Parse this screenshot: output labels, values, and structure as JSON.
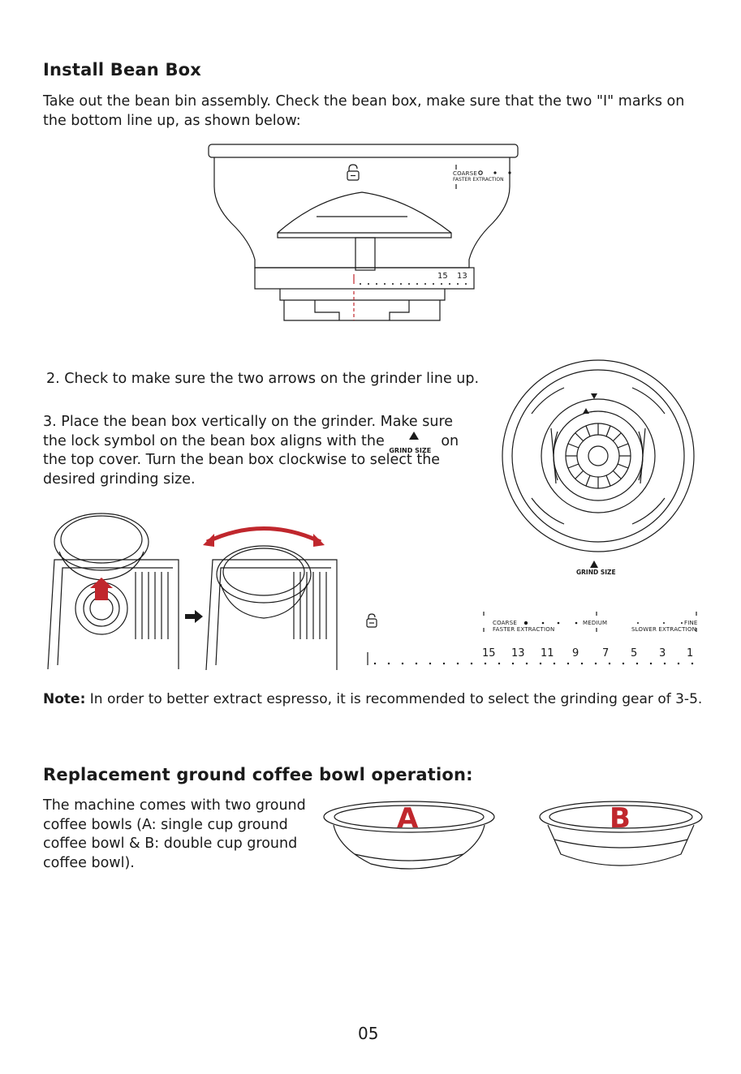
{
  "install": {
    "title": "Install Bean Box",
    "intro_line1": "Take out the bean bin assembly. Check the bean box, make sure that the two \"I\" marks on",
    "intro_line2": "the bottom line up, as shown below:",
    "diagram1": {
      "coarse_label": "COARSE",
      "faster_label": "FASTER EXTRACTION",
      "scale_15": "15",
      "scale_13": "13"
    }
  },
  "steps": {
    "step2": "2. Check to make sure the two arrows on the grinder line up.",
    "step3_line1": "3. Place the bean box vertically on the grinder. Make sure",
    "step3_line2_a": "the lock symbol on the bean box aligns with the",
    "step3_line2_grind": "GRIND SIZE",
    "step3_line2_b": "on",
    "step3_line3": "the top cover. Turn the bean box clockwise to select the",
    "step3_line4": "desired grinding size."
  },
  "grinder_top": {
    "grind_size_label": "GRIND SIZE"
  },
  "scale": {
    "coarse": "COARSE",
    "faster": "FASTER EXTRACTION",
    "medium": "MEDIUM",
    "fine": "FINE",
    "slower": "SLOWER EXTRACTION",
    "numbers": [
      "15",
      "13",
      "11",
      "9",
      "7",
      "5",
      "3",
      "1"
    ]
  },
  "note": {
    "label": "Note:",
    "text": " In order to better extract espresso, it is recommended to select the grinding gear of 3-5."
  },
  "replacement": {
    "title": "Replacement ground coffee bowl operation:",
    "line1": "The machine comes with two ground",
    "line2": "coffee bowls (A: single cup ground",
    "line3": "coffee bowl & B: double cup ground",
    "line4": "coffee bowl).",
    "bowl_a": "A",
    "bowl_b": "B"
  },
  "page_number": "05",
  "colors": {
    "accent_red": "#c0272d",
    "text": "#1a1a1a"
  }
}
